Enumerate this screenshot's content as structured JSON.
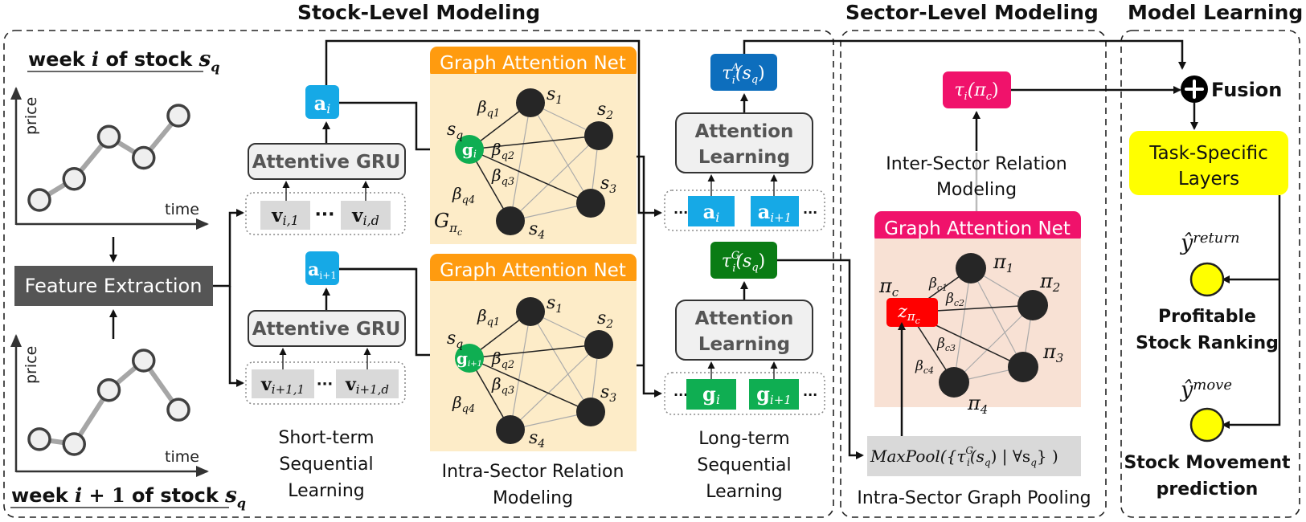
{
  "sections": {
    "stock_level": "Stock-Level Modeling",
    "sector_level": "Sector-Level Modeling",
    "model_learning": "Model Learning"
  },
  "input": {
    "week_i_title": "week i of stock s_q",
    "week_i_prefix": "week ",
    "week_i_var": "i",
    "week_i_mid": " of stock ",
    "week_i_stock": "s",
    "week_i_stock_sub": "q",
    "week_i1_prefix": "week ",
    "week_i1_var": "i",
    "week_i1_op": " + 1",
    "week_i1_mid": " of stock ",
    "week_i1_stock": "s",
    "week_i1_stock_sub": "q",
    "y_axis": "price",
    "x_axis": "time",
    "week_i_prices": [
      1,
      2,
      4,
      3,
      5
    ],
    "week_i1_prices": [
      1,
      0.8,
      3,
      4.2,
      2.2
    ]
  },
  "feature_extraction": "Feature Extraction",
  "short_term": {
    "gru_label": "Attentive GRU",
    "a_i": "a",
    "a_i_sub": "i",
    "a_i1": "a",
    "a_i1_sub": "i+1",
    "v_i1": "v",
    "v_i1_sub": "i,1",
    "v_id": "v",
    "v_id_sub": "i,d",
    "v_i11": "v",
    "v_i11_sub": "i+1,1",
    "v_i1d": "v",
    "v_i1d_sub": "i+1,d",
    "ellipsis": "···",
    "caption_line1": "Short-term",
    "caption_line2": "Sequential",
    "caption_line3": "Learning"
  },
  "intra_sector": {
    "gat_label": "Graph Attention Net",
    "center_top": "g",
    "center_top_sub": "i",
    "center_bottom": "g",
    "center_bottom_sub": "i+1",
    "center_name": "s",
    "center_name_sub": "q",
    "nodes": [
      {
        "name": "s",
        "sub": "1"
      },
      {
        "name": "s",
        "sub": "2"
      },
      {
        "name": "s",
        "sub": "3"
      },
      {
        "name": "s",
        "sub": "4"
      }
    ],
    "weights": [
      {
        "name": "β",
        "sub": "q1"
      },
      {
        "name": "β",
        "sub": "q2"
      },
      {
        "name": "β",
        "sub": "q3"
      },
      {
        "name": "β",
        "sub": "q4"
      }
    ],
    "graph_name": "G",
    "graph_sub": "π",
    "graph_subsub": "c",
    "caption_line1": "Intra-Sector Relation",
    "caption_line2": "Modeling"
  },
  "long_term": {
    "attention_line1": "Attention",
    "attention_line2": "Learning",
    "tau_a": "τ",
    "tau_a_sup": "A",
    "tau_a_sub": "i",
    "tau_a_arg": "(s",
    "tau_a_arg_sub": "q",
    "tau_a_close": ")",
    "tau_g": "τ",
    "tau_g_sup": "G",
    "tau_g_sub": "i",
    "tau_g_arg": "(s",
    "tau_g_arg_sub": "q",
    "tau_g_close": ")",
    "seq_a_i": "a",
    "seq_a_i_sub": "i",
    "seq_a_i1": "a",
    "seq_a_i1_sub": "i+1",
    "seq_g_i": "g",
    "seq_g_i_sub": "i",
    "seq_g_i1": "g",
    "seq_g_i1_sub": "i+1",
    "ellipsis": "···",
    "caption_line1": "Long-term",
    "caption_line2": "Sequential",
    "caption_line3": "Learning"
  },
  "sector": {
    "tau_pi": "τ",
    "tau_pi_sub": "i",
    "tau_pi_arg": "(π",
    "tau_pi_arg_sub": "c",
    "tau_pi_close": ")",
    "inter_line1": "Inter-Sector Relation",
    "inter_line2": "Modeling",
    "gat_label": "Graph Attention Net",
    "center_label": "z",
    "center_sub": "π",
    "center_subsub": "c",
    "center_name": "π",
    "center_name_sub": "c",
    "nodes": [
      {
        "name": "π",
        "sub": "1"
      },
      {
        "name": "π",
        "sub": "2"
      },
      {
        "name": "π",
        "sub": "3"
      },
      {
        "name": "π",
        "sub": "4"
      }
    ],
    "weights": [
      {
        "name": "β",
        "sub": "c1"
      },
      {
        "name": "β",
        "sub": "c2"
      },
      {
        "name": "β",
        "sub": "c3"
      },
      {
        "name": "β",
        "sub": "c4"
      }
    ],
    "maxpool": "MaxPool({τ",
    "maxpool_sup": "G",
    "maxpool_sub": "i",
    "maxpool_rest": "(s",
    "maxpool_rest_sub": "q",
    "maxpool_tail": ") | ∀s",
    "maxpool_tail_sub": "q",
    "maxpool_end": "} )",
    "pool_caption": "Intra-Sector Graph Pooling"
  },
  "model_learning": {
    "fusion_label": "Fusion",
    "task_line1": "Task-Specific",
    "task_line2": "Layers",
    "y_return": "ŷ",
    "y_return_sup": "return",
    "y_move": "ŷ",
    "y_move_sup": "move",
    "ranking_line1": "Profitable",
    "ranking_line2": "Stock Ranking",
    "movement_line1": "Stock Movement",
    "movement_line2": "prediction"
  },
  "colors": {
    "blue_light": "#16a9e6",
    "blue_dark": "#0d6ebd",
    "green": "#0fae52",
    "green_dark": "#0a7c14",
    "orange": "#ff9b0f",
    "gat_bg": "#fdecc8",
    "pink": "#f0126b",
    "sector_bg": "#f8e1d4",
    "red": "#ff0000",
    "yellow": "#ffff00",
    "feature_box": "#555555",
    "node": "#262626"
  }
}
